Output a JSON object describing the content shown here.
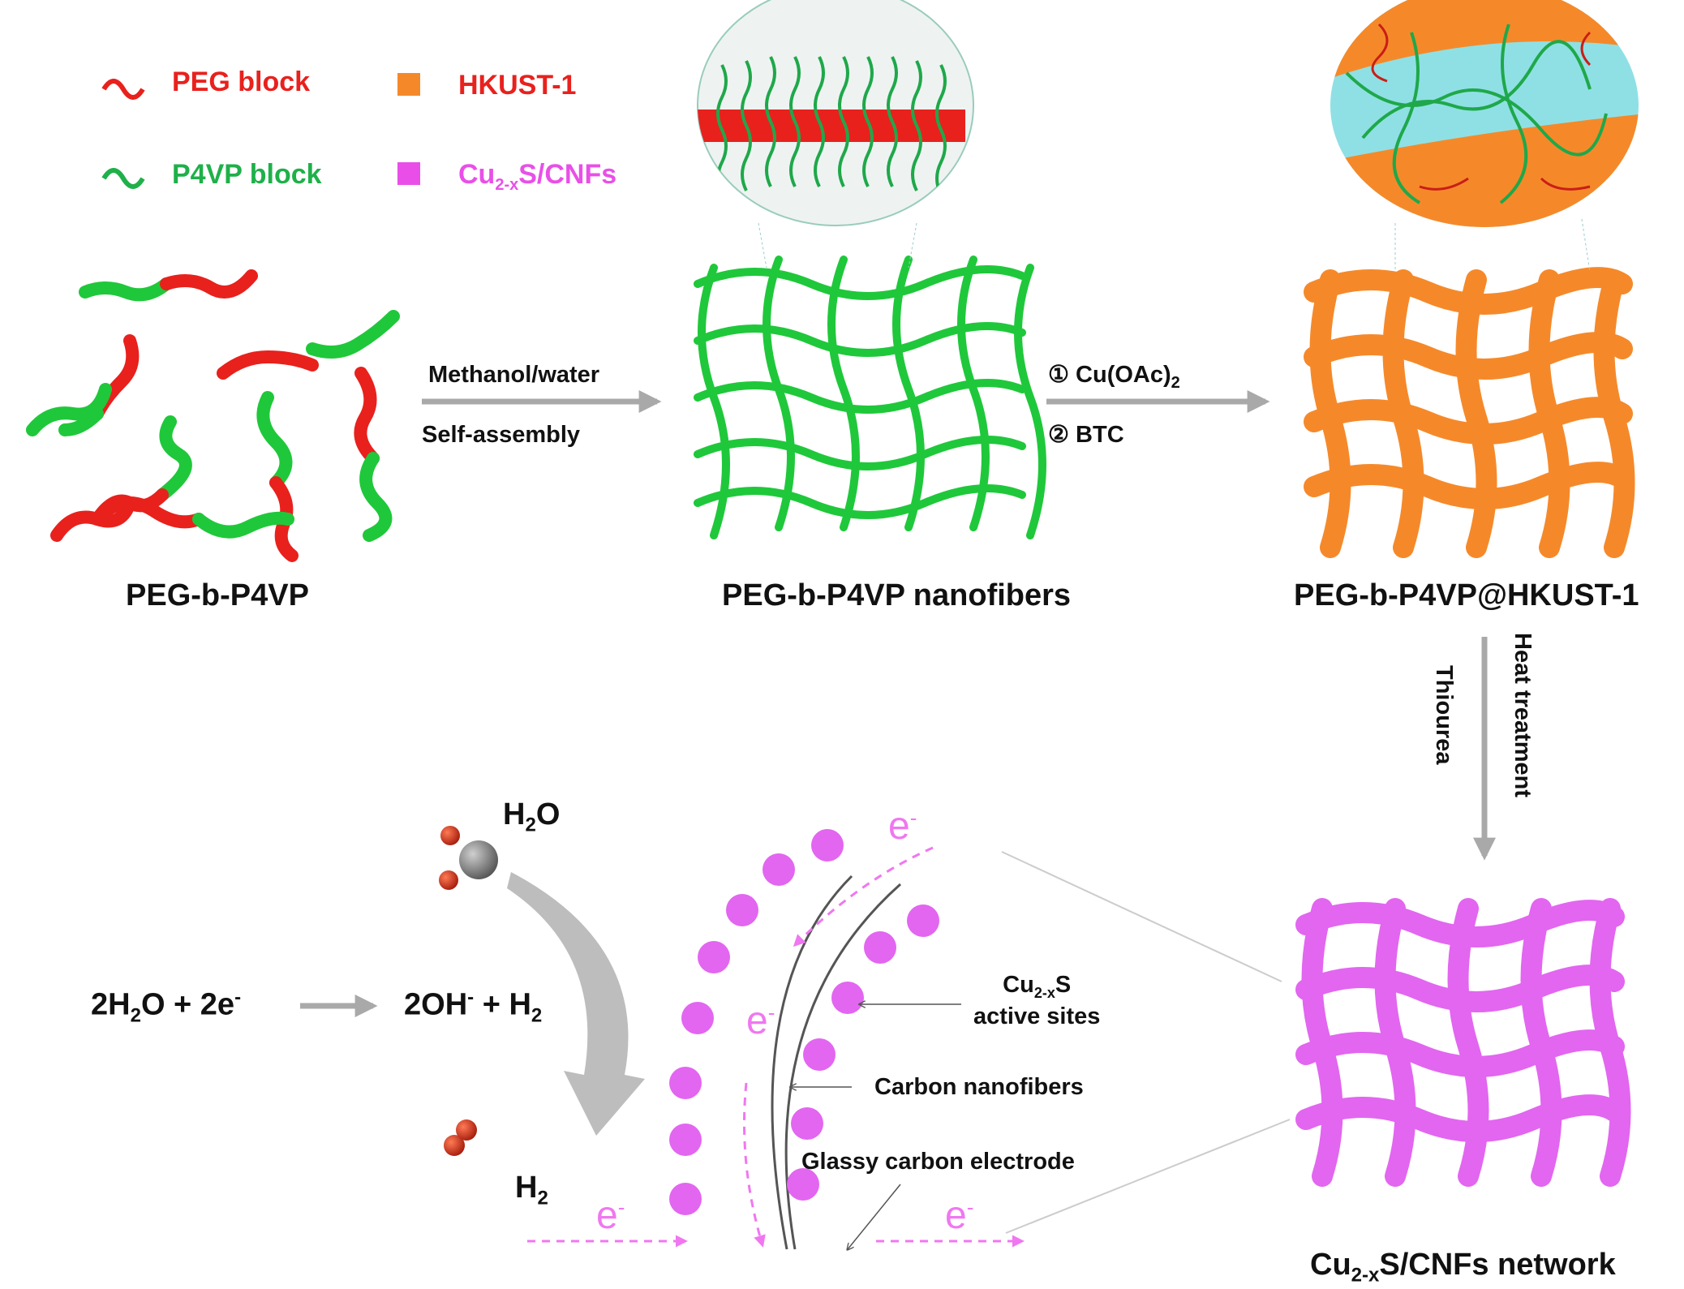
{
  "legend": {
    "peg": "PEG block",
    "p4vp": "P4VP block",
    "hkust": "HKUST-1",
    "cnfs_main": "Cu",
    "cnfs_sub": "2-x",
    "cnfs_rest": "S/CNFs"
  },
  "stages": {
    "polymer": "PEG-b-P4VP",
    "nanofibers": "PEG-b-P4VP nanofibers",
    "hkust_composite": "PEG-b-P4VP@HKUST-1",
    "network_main": "Cu",
    "network_sub": "2-x",
    "network_rest": "S/CNFs network"
  },
  "arrows": {
    "step1_top": "Methanol/water",
    "step1_bottom": "Self-assembly",
    "step2_top": "① Cu(OAc)",
    "step2_top_sub": "2",
    "step2_bottom": "② BTC",
    "step3_left": "Thiourea",
    "step3_right": "Heat treatment"
  },
  "reaction": {
    "lhs": "2H",
    "lhs_sub": "2",
    "lhs_rest": "O + 2e",
    "lhs_sup": "-",
    "rhs": "2OH",
    "rhs_sup": "-",
    "rhs_rest": " + H",
    "rhs_sub": "2",
    "h2o": "H",
    "h2o_sub": "2",
    "h2o_rest": "O",
    "h2": "H",
    "h2_sub": "2"
  },
  "electrode": {
    "sites_main": "Cu",
    "sites_sub": "2-x",
    "sites_rest": "S",
    "sites_line2": "active sites",
    "carbon": "Carbon nanofibers",
    "glassy": "Glassy carbon electrode",
    "electron": "e",
    "electron_sup": "-"
  },
  "colors": {
    "peg": "#e8211d",
    "p4vp": "#1fc83a",
    "hkust": "#f5892a",
    "cnfs": "#e266f0",
    "arrow": "#a9a9a9",
    "electron": "#f077f0"
  }
}
